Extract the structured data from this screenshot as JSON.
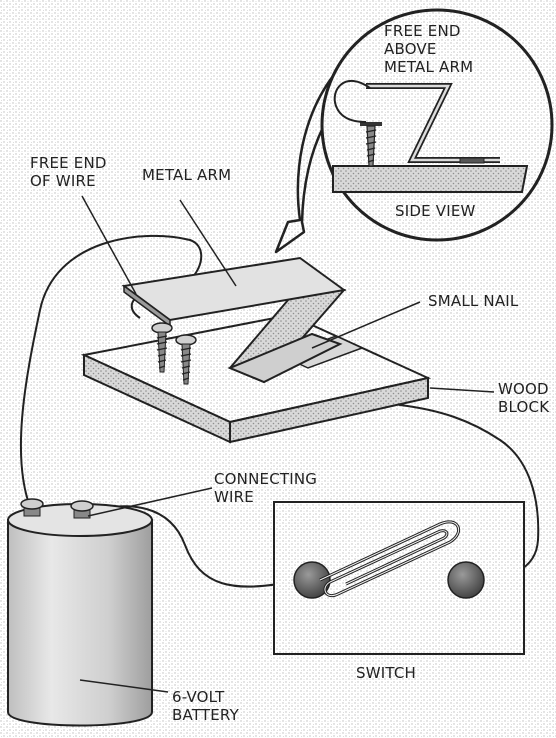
{
  "labels": {
    "free_end_above_metal_arm": [
      "FREE END",
      "ABOVE",
      "METAL ARM"
    ],
    "side_view": "SIDE VIEW",
    "free_end_of_wire": [
      "FREE END",
      "OF WIRE"
    ],
    "metal_arm": "METAL ARM",
    "small_nail": "SMALL NAIL",
    "wood_block": [
      "WOOD",
      "BLOCK"
    ],
    "connecting_wire": [
      "CONNECTING",
      "WIRE"
    ],
    "switch": "SWITCH",
    "battery": [
      "6-VOLT",
      "BATTERY"
    ]
  },
  "colors": {
    "ink": "#222222",
    "stipple": "#bdbdbd",
    "terminal": "#555555"
  }
}
